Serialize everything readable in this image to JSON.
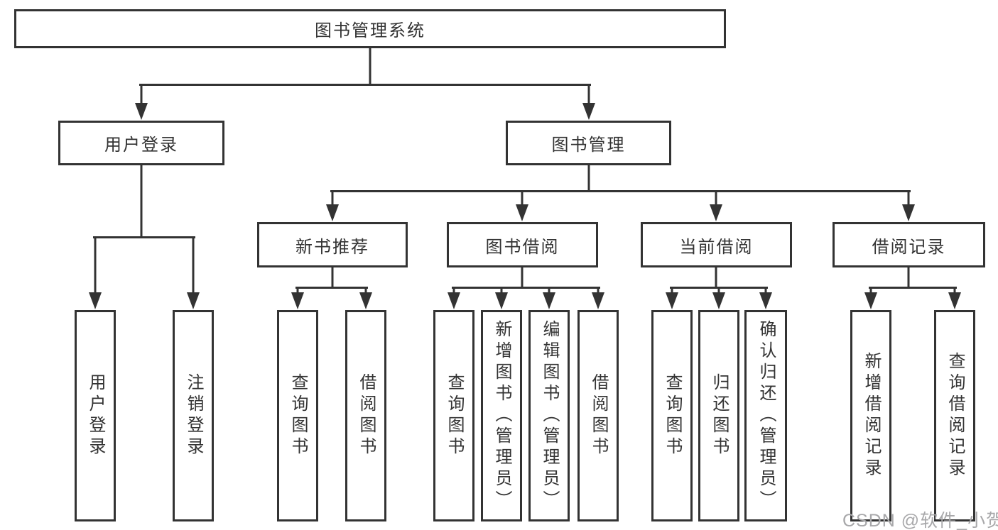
{
  "diagram_title": "图书管理系统",
  "nodes": {
    "root": {
      "label": "图书管理系统"
    },
    "user_login": {
      "label": "用户登录"
    },
    "book_management": {
      "label": "图书管理"
    },
    "new_book_recommend": {
      "label": "新书推荐"
    },
    "book_borrowing": {
      "label": "图书借阅"
    },
    "current_borrowing": {
      "label": "当前借阅"
    },
    "borrowing_records": {
      "label": "借阅记录"
    },
    "leaf_user_login": {
      "label": "用户登录"
    },
    "leaf_logout": {
      "label": "注销登录"
    },
    "leaf_nbr_query_books": {
      "label": "查询图书"
    },
    "leaf_nbr_borrow_books": {
      "label": "借阅图书"
    },
    "leaf_bb_query_books": {
      "label": "查询图书"
    },
    "leaf_bb_add_books": {
      "label": "新增图书（管理员）"
    },
    "leaf_bb_edit_books": {
      "label": "编辑图书（管理员）"
    },
    "leaf_bb_borrow_books": {
      "label": "借阅图书"
    },
    "leaf_cb_query_books": {
      "label": "查询图书"
    },
    "leaf_cb_return_books": {
      "label": "归还图书"
    },
    "leaf_cb_confirm_return": {
      "label": "确认归还（管理员）"
    },
    "leaf_br_add_record": {
      "label": "新增借阅记录"
    },
    "leaf_br_query_record": {
      "label": "查询借阅记录"
    }
  },
  "watermark": "CSDN @软件_小贺同学",
  "colors": {
    "line": "#333333",
    "text": "#333333",
    "box_background": "#ffffff",
    "watermark": "#a8a8aa"
  }
}
